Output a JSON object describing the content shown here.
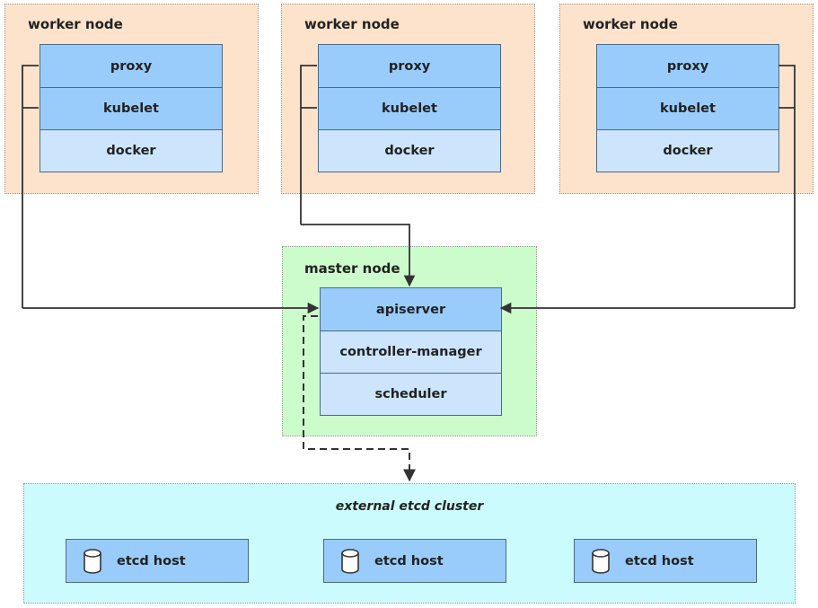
{
  "workers": [
    {
      "title": "worker node",
      "layers": [
        "proxy",
        "kubelet",
        "docker"
      ]
    },
    {
      "title": "worker node",
      "layers": [
        "proxy",
        "kubelet",
        "docker"
      ]
    },
    {
      "title": "worker node",
      "layers": [
        "proxy",
        "kubelet",
        "docker"
      ]
    }
  ],
  "master": {
    "title": "master node",
    "layers": [
      "apiserver",
      "controller-manager",
      "scheduler"
    ]
  },
  "etcd_cluster": {
    "title": "external etcd cluster",
    "hosts": [
      {
        "label": "etcd host",
        "icon": "database-icon"
      },
      {
        "label": "etcd host",
        "icon": "database-icon"
      },
      {
        "label": "etcd host",
        "icon": "database-icon"
      }
    ]
  },
  "colors": {
    "worker_bg": "#fde3cc",
    "master_bg": "#ccfbcc",
    "etcd_bg": "#ccfbfe",
    "layer_dark": "#99ccfb",
    "layer_light": "#cce5fc",
    "line": "#333333"
  }
}
